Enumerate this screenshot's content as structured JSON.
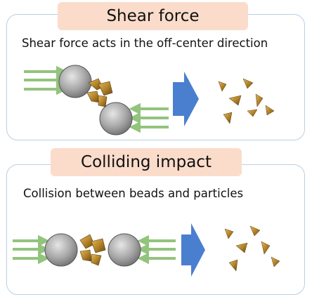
{
  "panels": [
    {
      "title": "Shear force",
      "description": "Shear force acts in the off-center direction"
    },
    {
      "title": "Colliding impact",
      "description": "Collision between beads and particles"
    }
  ],
  "colors": {
    "panel_border": "#b9cfe3",
    "title_fill": "#fbdccb",
    "force_arrows": "#93c47d",
    "process_arrow": "#4a7fd0",
    "bead": "#a8a8a8",
    "particle": "#b5852a"
  },
  "icons": [
    "force-arrow-icon",
    "bead-icon",
    "particle-icon",
    "process-arrow-icon",
    "fragment-icon"
  ]
}
